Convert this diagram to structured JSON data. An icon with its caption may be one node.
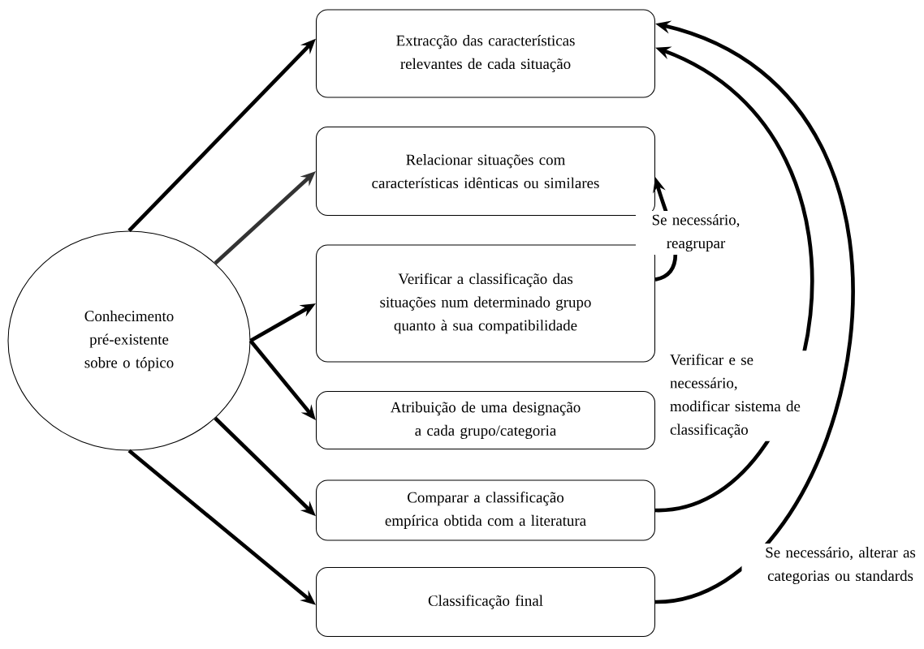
{
  "diagram": {
    "nodes": [
      {
        "text": [
          "Conhecimento pré-existente sobre o tópico"
        ]
      },
      {
        "text": [
          "Extracção das características relevantes de cada situação"
        ]
      },
      {
        "text": [
          "Relacionar situações com características idênticas ou similares"
        ]
      },
      {
        "text": [
          "Verificar a classificação das situações num determinado grupo quanto à sua compatibilidade"
        ]
      },
      {
        "text": [
          "Atribuição de uma designação a cada grupo/categoria"
        ]
      },
      {
        "text": [
          "Comparar a classificação empírica obtida com a literatura"
        ]
      },
      {
        "text": [
          "Classificação final"
        ]
      }
    ],
    "edges": [
      {
        "from": 0,
        "to": 1,
        "arrow": "to"
      },
      {
        "from": 0,
        "to": 2,
        "arrow": "to",
        "color": "#333333"
      },
      {
        "from": 0,
        "to": 3,
        "arrow": "to"
      },
      {
        "from": 0,
        "to": 4,
        "arrow": "to"
      },
      {
        "from": 0,
        "to": 5,
        "arrow": "to"
      },
      {
        "from": 0,
        "to": 6,
        "arrow": "to"
      },
      {
        "from": 3,
        "to": 2,
        "arrow": "to",
        "label": "Se necessário, reagrupar"
      },
      {
        "from": 5,
        "to": 1,
        "arrow": "to",
        "label": "Verificar e se necessário, modificar sistema de classificação"
      },
      {
        "from": 6,
        "to": 1,
        "arrow": "to",
        "label": "Se necessário, alterar as categorias ou standards"
      }
    ]
  }
}
